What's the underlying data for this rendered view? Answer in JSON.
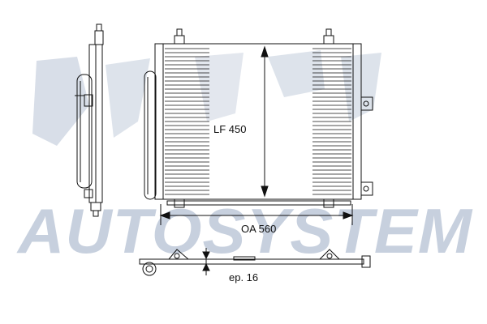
{
  "watermark": {
    "text": "AUTOSYSTEM",
    "color": "#c7d0de"
  },
  "labels": {
    "height": "LF 450",
    "width": "OA 560",
    "thickness": "ep. 16"
  },
  "colors": {
    "line": "#111111",
    "watermark": "#c7d0de"
  }
}
